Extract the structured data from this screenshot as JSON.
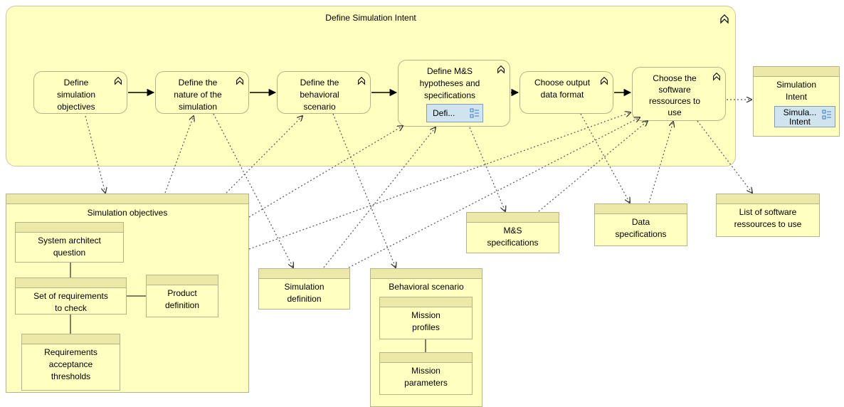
{
  "group": {
    "title": "Define Simulation Intent",
    "icon": "collapse-chevron-icon"
  },
  "processes": {
    "p1": "Define\nsimulation\nobjectives",
    "p2": "Define the\nnature of the\nsimulation",
    "p3": "Define the\nbehavioral\nscenario",
    "p4": "Define  M&S\nhypotheses and\nspecifications",
    "p4_ref": "Defi...",
    "p5": "Choose output\ndata format",
    "p6": "Choose the\nsoftware\nressources to\nuse"
  },
  "objects": {
    "sim_intent": "Simulation\nIntent",
    "sim_intent_ref": "Simula...\nIntent",
    "sim_objectives": "Simulation objectives",
    "sys_arch_q": "System architect\nquestion",
    "set_req": "Set of requirements\nto check",
    "product_def": "Product\ndefinition",
    "req_thresholds": "Requirements\nacceptance\nthresholds",
    "sim_def": "Simulation\ndefinition",
    "behav_scenario": "Behavioral scenario",
    "mission_profiles": "Mission\nprofiles",
    "mission_params": "Mission\nparameters",
    "ms_specs": "M&S\nspecifications",
    "data_specs": "Data\nspecifications",
    "sw_list": "List of software\nressources to use"
  },
  "colors": {
    "fill": "#ffffc0",
    "header": "#ece8a8",
    "border": "#b4b488",
    "ref_fill": "#cfe4ef",
    "ref_border": "#7f9db9",
    "ref_icon": "#3a78c8"
  }
}
